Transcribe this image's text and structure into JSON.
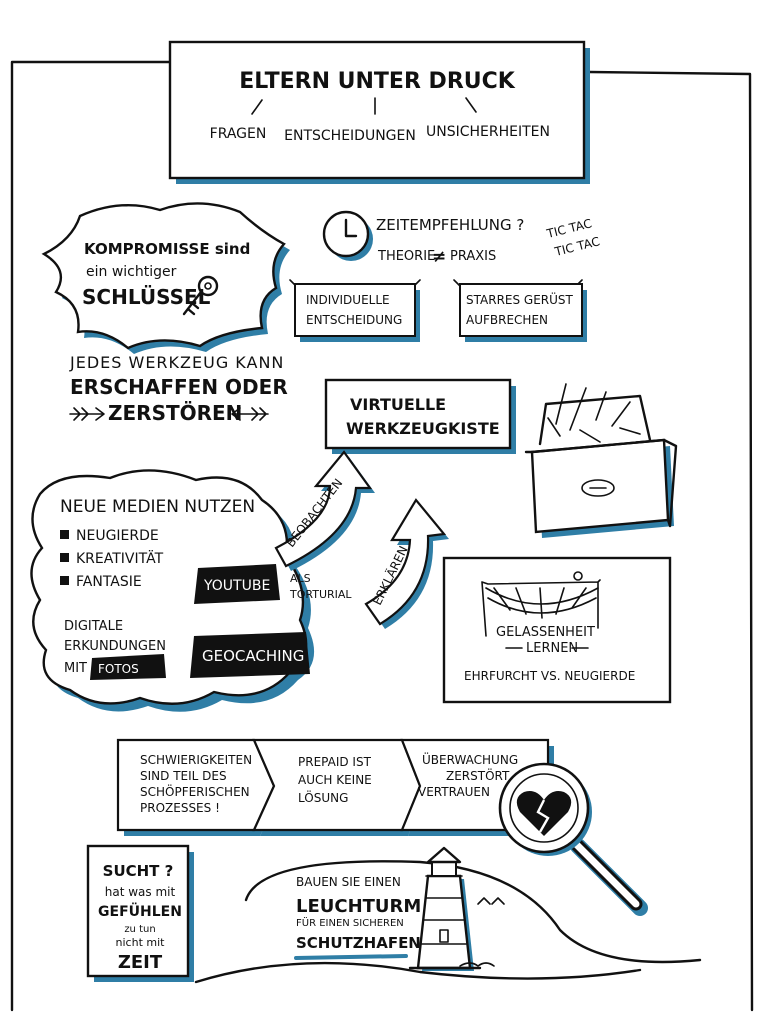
{
  "header": {
    "title": "ELTERN UNTER DRUCK",
    "branches": [
      "FRAGEN",
      "ENTSCHEIDUNGEN",
      "UNSICHERHEITEN"
    ]
  },
  "compromise": {
    "lines": [
      "KOMPROMISSE sind",
      "ein wichtiger",
      "SCHLÜSSEL"
    ]
  },
  "time": {
    "question": "ZEITEMPFEHLUNG ?",
    "theory_left": "THEORIE",
    "not_equal": "≠",
    "theory_right": "PRAXIS",
    "tic1": "TIC TAC",
    "tic2": "TIC TAC",
    "box_left": [
      "INDIVIDUELLE",
      "ENTSCHEIDUNG"
    ],
    "box_right": [
      "STARRES GERÜST",
      "AUFBRECHEN"
    ]
  },
  "tool_quote": {
    "line1": "JEDES WERKZEUG KANN",
    "line2": "ERSCHAFFEN ODER",
    "line3": "ZERSTÖREN"
  },
  "toolbox": {
    "label": [
      "VIRTUELLE",
      "WERKZEUGKISTE"
    ]
  },
  "media": {
    "title": "NEUE MEDIEN NUTZEN",
    "items": [
      "NEUGIERDE",
      "KREATIVITÄT",
      "FANTASIE"
    ],
    "youtube": "YOUTUBE",
    "tutorial": [
      "ALS",
      "TORTURIAL"
    ],
    "digital": [
      "DIGITALE",
      "ERKUNDUNGEN"
    ],
    "mit": "MIT",
    "fotos": "FOTOS",
    "geocaching": "GEOCACHING",
    "arrow1": "BEOBACHTEN",
    "arrow2": "ERKLÄREN"
  },
  "calm": {
    "line1": "GELASSENHEIT",
    "line2": "LERNEN",
    "line3": "EHRFURCHT VS. NEUGIERDE"
  },
  "chevrons": {
    "first": [
      "SCHWIERIGKEITEN",
      "SIND TEIL DES",
      "SCHÖPFERISCHEN",
      "PROZESSES !"
    ],
    "second": [
      "PREPAID IST",
      "AUCH KEINE",
      "LÖSUNG"
    ],
    "third": [
      "ÜBERWACHUNG",
      "ZERSTÖRT",
      "VERTRAUEN"
    ]
  },
  "addiction": {
    "lines": [
      "SUCHT ?",
      "hat was mit",
      "GEFÜHLEN",
      "zu tun",
      "nicht mit",
      "ZEIT"
    ]
  },
  "lighthouse": {
    "lines": [
      "BAUEN SIE EINEN",
      "LEUCHTURM",
      "FÜR EINEN SICHEREN",
      "SCHUTZHAFEN"
    ]
  }
}
